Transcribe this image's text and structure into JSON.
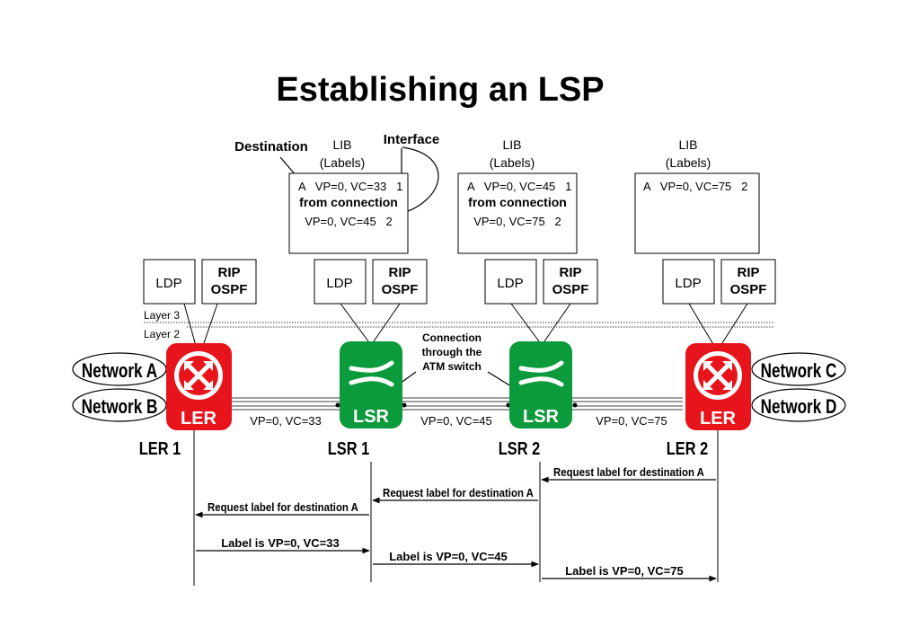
{
  "title": "Establishing an LSP",
  "lib_header": {
    "line1": "LIB",
    "line2": "(Labels)"
  },
  "callouts": {
    "destination": "Destination",
    "interface": "Interface"
  },
  "lib1": {
    "row1": "A   VP=0, VC=33   1",
    "row2": "from connection",
    "row3": "VP=0, VC=45   2"
  },
  "lib2": {
    "row1": "A   VP=0, VC=45   1",
    "row2": "from connection",
    "row3": "VP=0, VC=75   2"
  },
  "lib3": {
    "row1": "A   VP=0, VC=75   2"
  },
  "proto": {
    "ldp": "LDP",
    "rip": "RIP",
    "ospf": "OSPF"
  },
  "layers": {
    "l3": "Layer 3",
    "l2": "Layer 2"
  },
  "connection_note": {
    "line1": "Connection",
    "line2": "through the",
    "line3": "ATM switch"
  },
  "networks": {
    "a": "Network A",
    "b": "Network B",
    "c": "Network C",
    "d": "Network D"
  },
  "device_labels": {
    "ler": "LER",
    "lsr": "LSR"
  },
  "node_names": {
    "ler1": "LER 1",
    "lsr1": "LSR 1",
    "lsr2": "LSR 2",
    "ler2": "LER 2"
  },
  "links": {
    "l1": "VP=0, VC=33",
    "l2": "VP=0, VC=45",
    "l3": "VP=0, VC=75"
  },
  "messages": {
    "req3": "Request label for destination A",
    "req2": "Request label for destination A",
    "req1": "Request label for destination A",
    "lab1": "Label is VP=0, VC=33",
    "lab2": "Label is VP=0, VC=45",
    "lab3": "Label is VP=0, VC=75"
  },
  "colors": {
    "ler": "#e8141b",
    "lsr": "#0b9a3c"
  }
}
